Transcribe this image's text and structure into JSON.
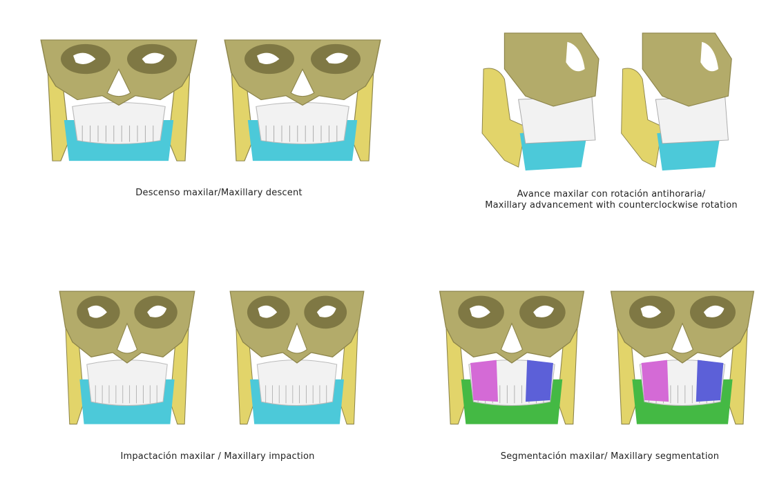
{
  "panels": [
    {
      "caption": "Descenso  maxilar/Maxillary descent"
    },
    {
      "caption_line1": "Avance maxilar con rotación antihoraria/",
      "caption_line2": "Maxillary advancement with counterclockwise rotation"
    },
    {
      "caption": "Impactación maxilar / Maxillary impaction"
    },
    {
      "caption": "Segmentación maxilar/ Maxillary segmentation"
    }
  ],
  "colors": {
    "skull": "#b3ab6a",
    "skull_dark": "#8d854b",
    "ramus": "#e2d46a",
    "teeth": "#f2f2f2",
    "mandible": "#4cc9d9",
    "mandible_segmented": "#44b944",
    "segment_left": "#d46ad6",
    "segment_right": "#5c60d8"
  }
}
